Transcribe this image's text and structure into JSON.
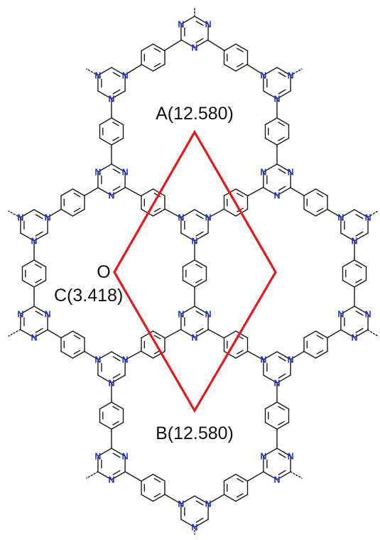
{
  "figure": {
    "labels": {
      "a": "A(12.580)",
      "b": "B(12.580)",
      "c": "C(3.418)",
      "o": "O"
    },
    "atom_symbol": "N"
  },
  "colors": {
    "cell_outline": "#e8161c",
    "bond": "#1a1a1a",
    "nitrogen": "#1f32c8",
    "label": "#111111",
    "background": "#ffffff"
  }
}
